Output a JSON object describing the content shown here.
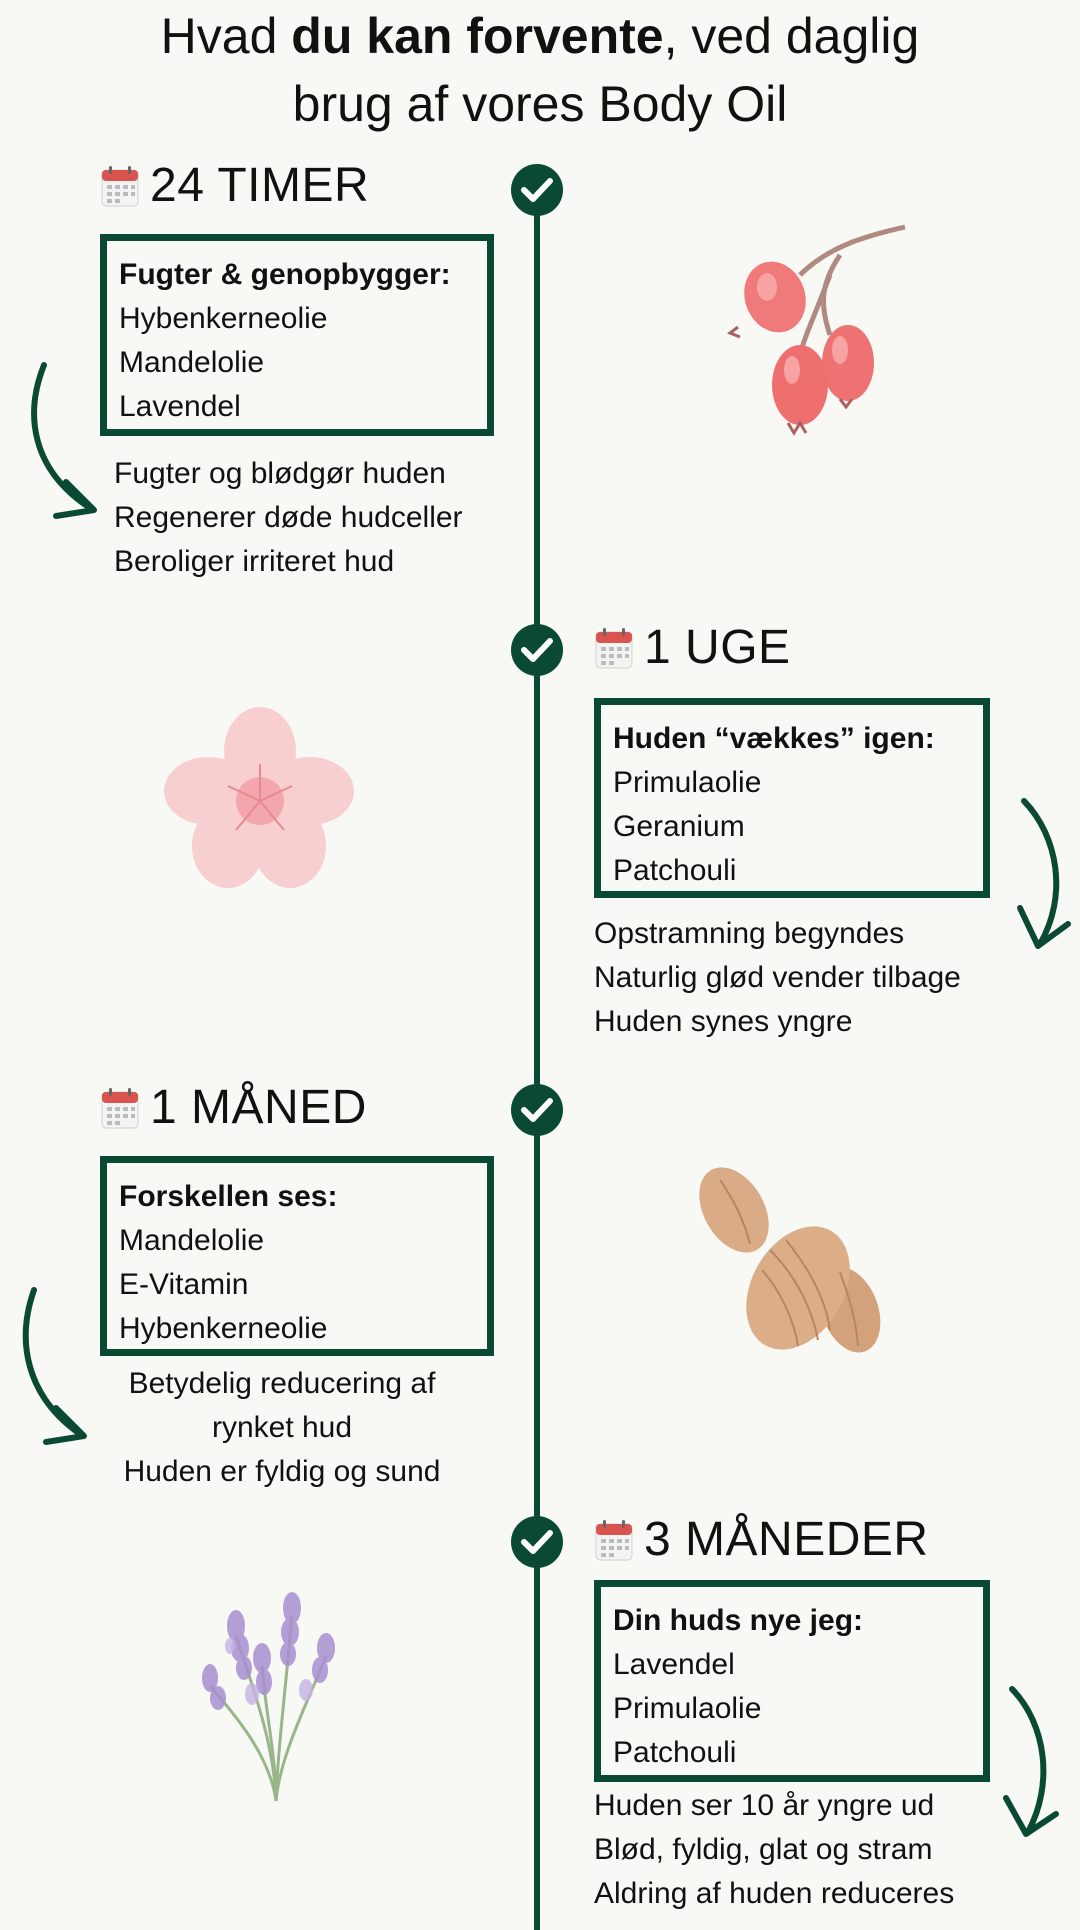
{
  "title": {
    "part1": "Hvad ",
    "bold": "du kan forvente",
    "part2": ", ved daglig",
    "line2": "brug af vores Body Oil"
  },
  "stages": [
    {
      "label": "24 TIMER",
      "box_head": "Fugter & genopbygger:",
      "ingredients": [
        "Hybenkerneolie",
        "Mandelolie",
        "Lavendel"
      ],
      "effects": [
        "Fugter og blødgør huden",
        "Regenerer døde hudceller",
        "Beroliger irriteret hud"
      ],
      "illustration": "rosehip-illustration"
    },
    {
      "label": "1 UGE",
      "box_head": "Huden “vækkes” igen:",
      "ingredients": [
        "Primulaolie",
        "Geranium",
        "Patchouli"
      ],
      "effects": [
        "Opstramning begyndes",
        "Naturlig glød vender tilbage",
        "Huden synes yngre"
      ],
      "illustration": "blossom-illustration"
    },
    {
      "label": "1 MÅNED",
      "box_head": "Forskellen ses:",
      "ingredients": [
        "Mandelolie",
        "E-Vitamin",
        "Hybenkerneolie"
      ],
      "effects": [
        "Betydelig reducering af",
        "rynket hud",
        "Huden er fyldig og sund"
      ],
      "illustration": "almond-illustration"
    },
    {
      "label": "3 MÅNEDER",
      "box_head": "Din huds nye jeg:",
      "ingredients": [
        "Lavendel",
        "Primulaolie",
        "Patchouli"
      ],
      "effects": [
        "Huden ser 10 år yngre ud",
        "Blød, fyldig, glat og stram",
        "Aldring af huden reduceres"
      ],
      "illustration": "lavender-illustration"
    }
  ],
  "colors": {
    "accent": "#0a4a34",
    "background": "#f8f8f5",
    "calendar_red": "#d9534f"
  },
  "icons": [
    "calendar-icon",
    "check-circle-icon",
    "curved-arrow-icon"
  ]
}
